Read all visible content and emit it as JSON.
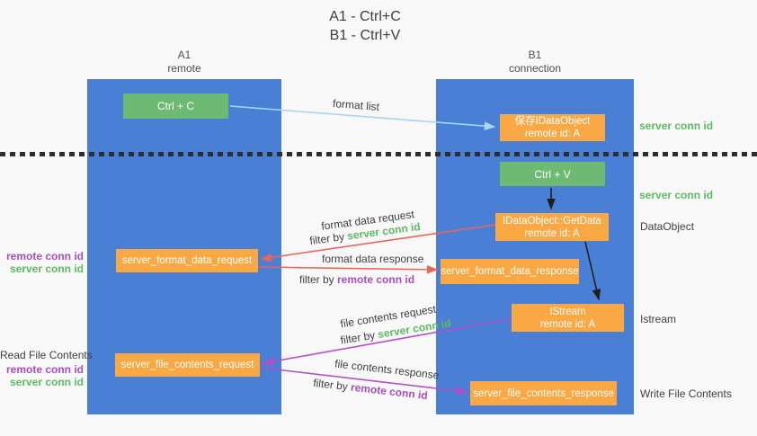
{
  "colors": {
    "lane_blue": "#4a7fd6",
    "box_green": "#6fba72",
    "box_orange": "#f9a843",
    "arrow_lightblue": "#a9d5f5",
    "arrow_red": "#e8655a",
    "arrow_purple": "#b54fc8",
    "arrow_black": "#1f1f1f",
    "text_green": "#5cbb63",
    "text_purple": "#a94ec0",
    "background": "#f8f8f8"
  },
  "title": {
    "line1": "A1 - Ctrl+C",
    "line2": "B1 - Ctrl+V"
  },
  "lanes": {
    "left": {
      "title": "A1",
      "subtitle": "remote"
    },
    "right": {
      "title": "B1",
      "subtitle": "connection"
    }
  },
  "nodes": {
    "ctrl_c": {
      "label": "Ctrl + C"
    },
    "save_dataobject": {
      "line1": "保存IDataObject",
      "line2": "remote id: A"
    },
    "ctrl_v": {
      "label": "Ctrl + V"
    },
    "getdata": {
      "line1": "IDataObject::GetData",
      "line2": "remote id: A"
    },
    "format_request": {
      "label": "server_format_data_request"
    },
    "format_response": {
      "label": "server_format_data_response"
    },
    "istream": {
      "line1": "IStream",
      "line2": "remote id: A"
    },
    "file_request": {
      "label": "server_file_contents_request"
    },
    "file_response": {
      "label": "server_file_contents_response"
    }
  },
  "arrow_labels": {
    "format_list": "format list",
    "format_data_request": "format data request",
    "format_data_request_filter": {
      "prefix": "filter by ",
      "key": "server conn id"
    },
    "format_data_response": "format data response",
    "format_data_response_filter": {
      "prefix": "filter by ",
      "key": "remote conn id"
    },
    "file_contents_request": "file contents request",
    "file_contents_request_filter": {
      "prefix": "filter by ",
      "key": "server conn id"
    },
    "file_contents_response": "file contents response",
    "file_contents_response_filter": {
      "prefix": "filter by ",
      "key": "remote conn id"
    }
  },
  "side_labels": {
    "right_server_conn_1": "server conn id",
    "right_server_conn_2": "server conn id",
    "dataobject": "DataObject",
    "istream": "Istream",
    "write_file": "Write File Contents",
    "left_remote_conn_1": "remote conn id",
    "left_server_conn_1": "server conn id",
    "read_file": "Read File Contents",
    "left_remote_conn_2": "remote conn id",
    "left_server_conn_2": "server conn id"
  }
}
